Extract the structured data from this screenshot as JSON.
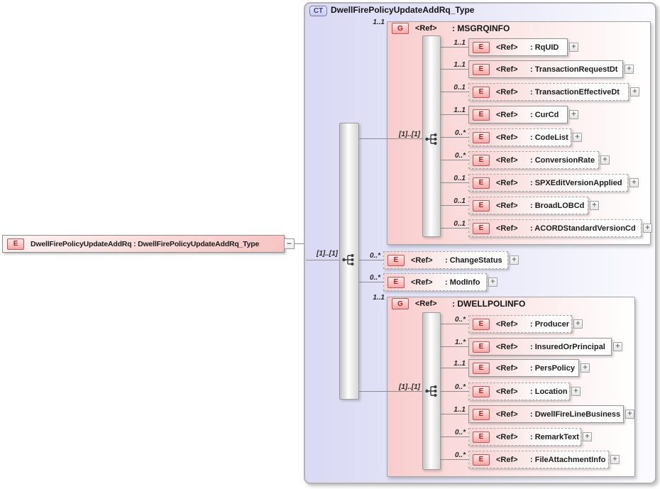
{
  "labels": {
    "ref": "<Ref>",
    "expand": "+",
    "collapse": "−",
    "badge_element": "E",
    "badge_group": "G",
    "badge_complex_type": "CT"
  },
  "colors": {
    "element_pink": "#f8d0d0",
    "container_lavender": "#d9d9f4",
    "badge_red": "#b22020",
    "badge_blue": "#3a3ab8",
    "border_gray": "#a3a3a3"
  },
  "root_element": {
    "text": "DwellFirePolicyUpdateAddRq : DwellFirePolicyUpdateAddRq_Type"
  },
  "complex_type": {
    "title": "DwellFirePolicyUpdateAddRq_Type",
    "sequence": {
      "cardinality": "[1]..[1]"
    },
    "children": [
      {
        "type": "group",
        "cardinality": "1..1",
        "name": ": MSGRQINFO",
        "sequence": {
          "cardinality": "[1]..[1]"
        },
        "children": [
          {
            "cardinality": "1..1",
            "name": ": RqUID",
            "optional": false
          },
          {
            "cardinality": "1..1",
            "name": ": TransactionRequestDt",
            "optional": false
          },
          {
            "cardinality": "0..1",
            "name": ": TransactionEffectiveDt",
            "optional": true
          },
          {
            "cardinality": "1..1",
            "name": ": CurCd",
            "optional": false
          },
          {
            "cardinality": "0..*",
            "name": ": CodeList",
            "optional": true
          },
          {
            "cardinality": "0..*",
            "name": ": ConversionRate",
            "optional": true
          },
          {
            "cardinality": "0..1",
            "name": ": SPXEditVersionApplied",
            "optional": true
          },
          {
            "cardinality": "0..1",
            "name": ": BroadLOBCd",
            "optional": true
          },
          {
            "cardinality": "0..1",
            "name": ": ACORDStandardVersionCd",
            "optional": true
          }
        ]
      },
      {
        "type": "element",
        "cardinality": "0..*",
        "name": ": ChangeStatus",
        "optional": true
      },
      {
        "type": "element",
        "cardinality": "0..*",
        "name": ": ModInfo",
        "optional": true
      },
      {
        "type": "group",
        "cardinality": "1..1",
        "name": ": DWELLPOLINFO",
        "sequence": {
          "cardinality": "[1]..[1]"
        },
        "children": [
          {
            "cardinality": "0..*",
            "name": ": Producer",
            "optional": true
          },
          {
            "cardinality": "1..*",
            "name": ": InsuredOrPrincipal",
            "optional": false
          },
          {
            "cardinality": "1..1",
            "name": ": PersPolicy",
            "optional": false
          },
          {
            "cardinality": "0..*",
            "name": ": Location",
            "optional": true
          },
          {
            "cardinality": "1..1",
            "name": ": DwellFireLineBusiness",
            "optional": false
          },
          {
            "cardinality": "0..*",
            "name": ": RemarkText",
            "optional": true
          },
          {
            "cardinality": "0..*",
            "name": ": FileAttachmentInfo",
            "optional": true
          }
        ]
      }
    ]
  }
}
